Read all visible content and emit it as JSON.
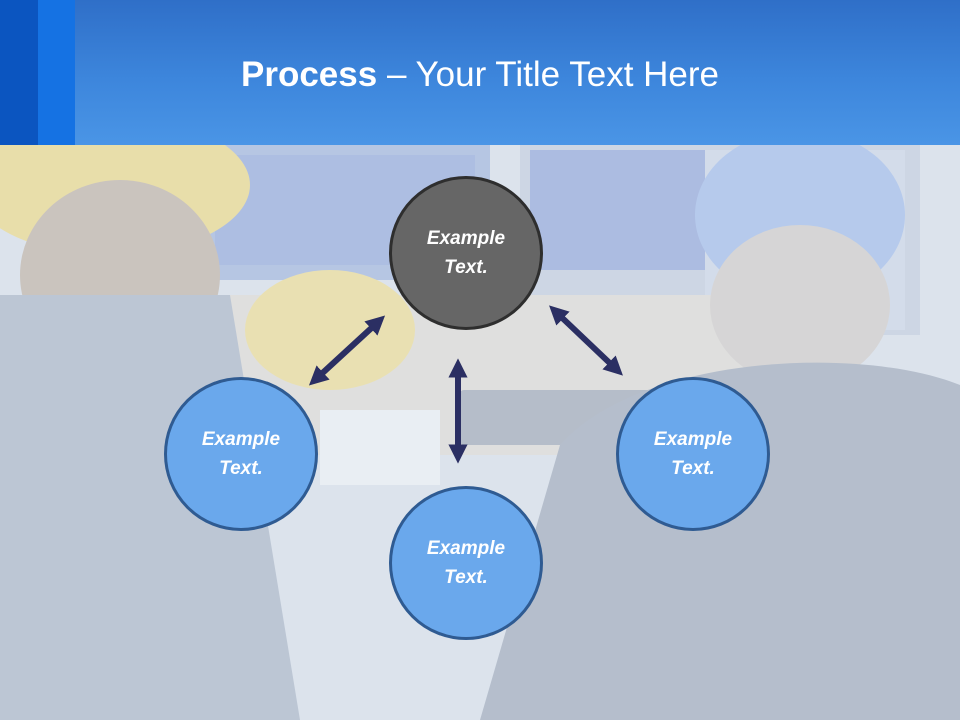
{
  "slide": {
    "title_bold": "Process",
    "title_rest": " – Your Title Text Here"
  },
  "nodes": {
    "top": "Example Text.",
    "left": "Example Text.",
    "right": "Example Text.",
    "bottom": "Example Text."
  },
  "colors": {
    "header": "#3d86dc",
    "circle_blue": "#6aa8ec",
    "circle_gray": "#666666",
    "arrow": "#2b2f63"
  }
}
